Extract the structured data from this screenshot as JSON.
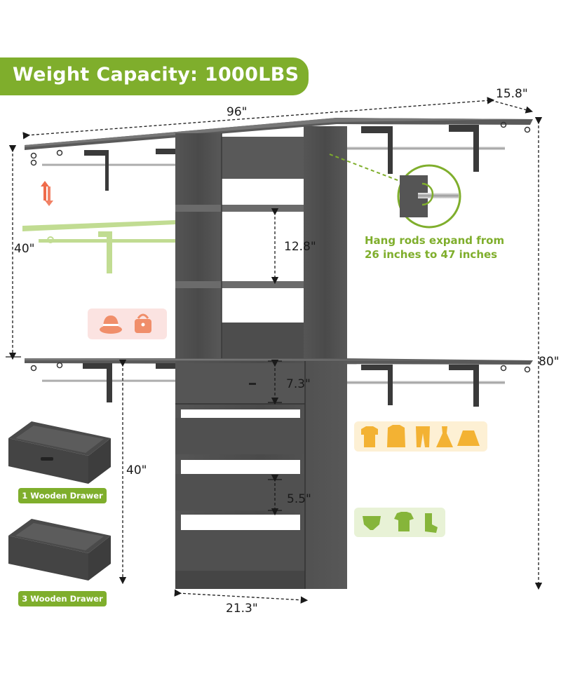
{
  "banner": {
    "text": "Weight Capacity: 1000LBS"
  },
  "dimensions": {
    "width_total": "96\"",
    "depth": "15.8\"",
    "height_upper": "40\"",
    "shelf_gap": "12.8\"",
    "height_total": "80\"",
    "drawer_top": "7.3\"",
    "height_lower": "40\"",
    "drawer_gap": "5.5\"",
    "tower_width": "21.3\""
  },
  "hang_rod_note": {
    "line1": "Hang rods expand from",
    "line2": "26 inches to 47 inches"
  },
  "drawer_labels": {
    "one": "1 Wooden Drawer",
    "three": "3 Wooden Drawer"
  },
  "colors": {
    "accent": "#7fae2c",
    "wood": "#4e4e4e",
    "badge_pink": "#fbe3e1",
    "badge_yellow": "#fdf0d4",
    "badge_green": "#e8f2d6"
  },
  "icons": [
    "up-down-arrows-icon",
    "hat-icon",
    "handbag-icon",
    "jacket-icon",
    "coat-icon",
    "pants-icon",
    "dress-icon",
    "skirt-icon",
    "underwear-icon",
    "baby-onesie-icon",
    "sock-icon"
  ]
}
